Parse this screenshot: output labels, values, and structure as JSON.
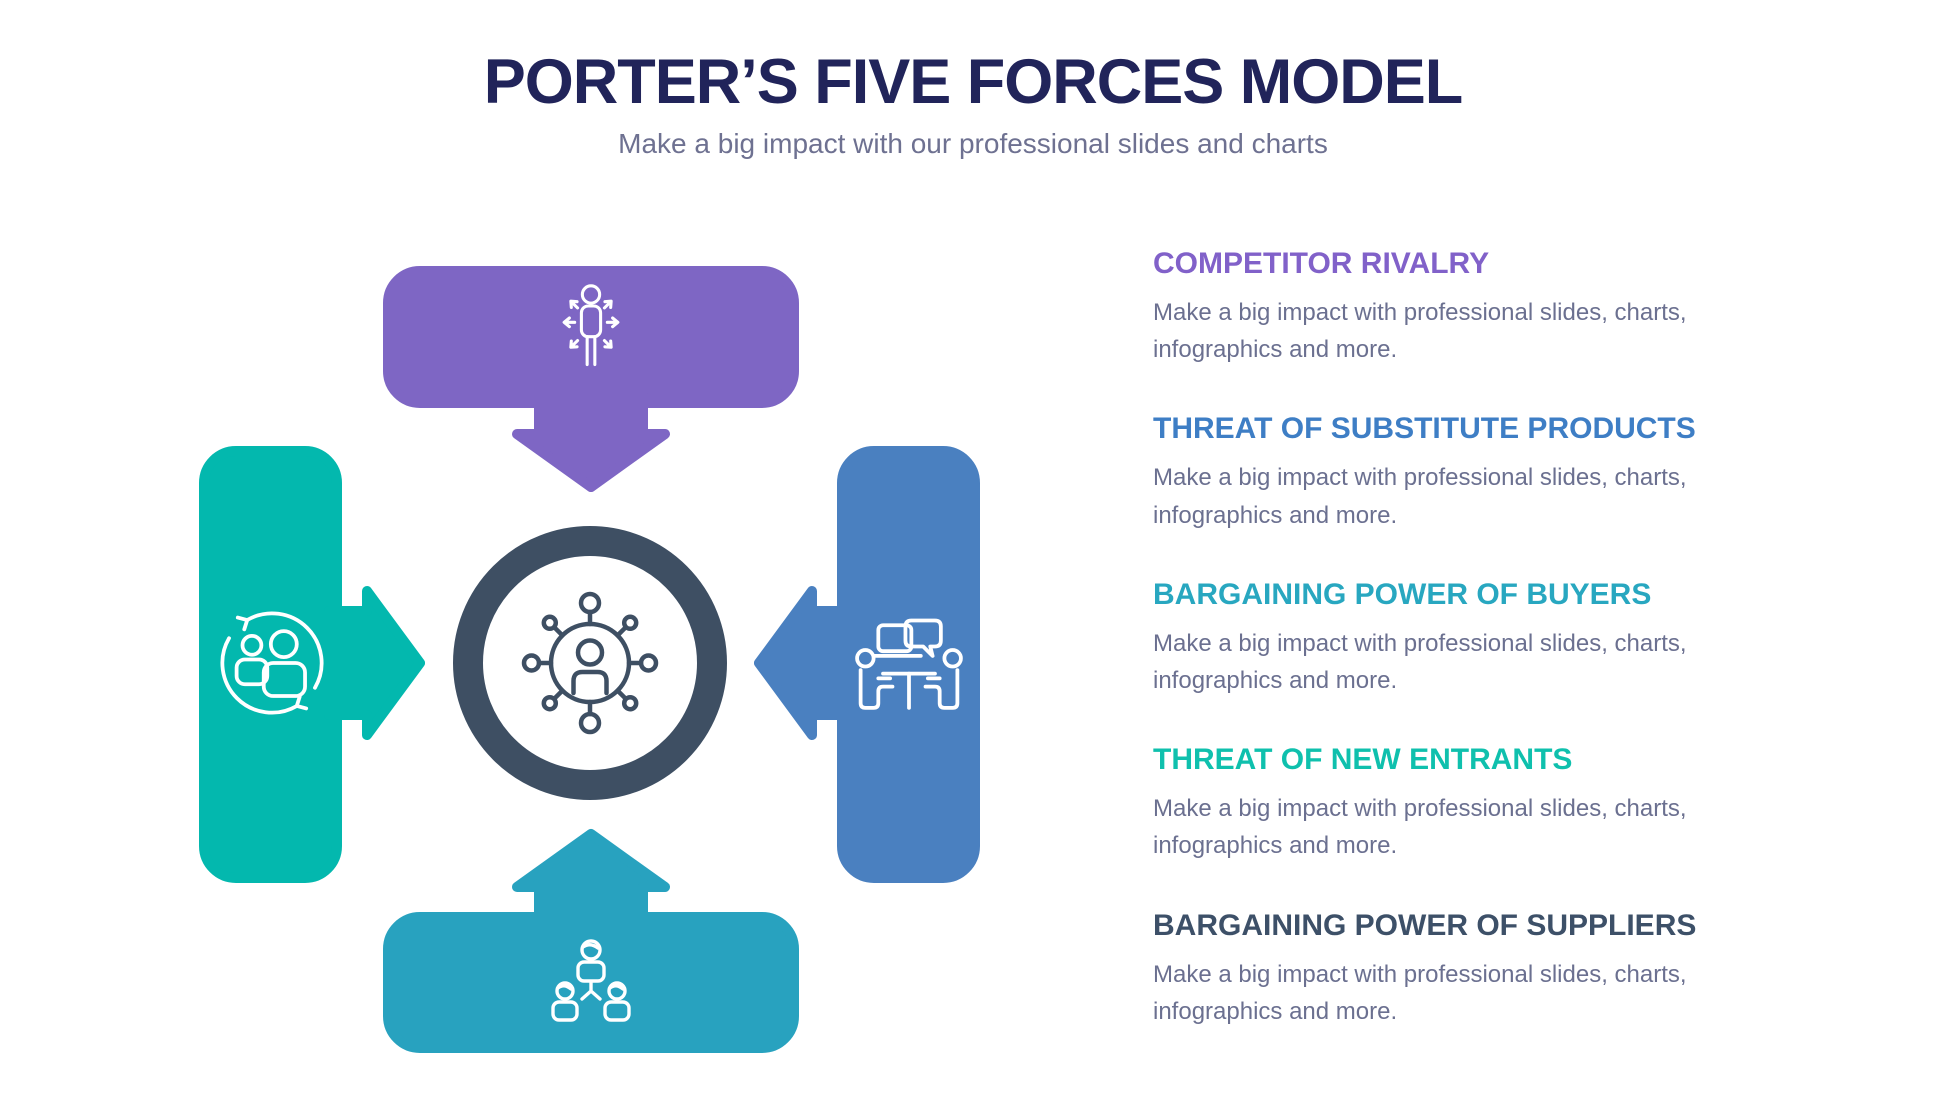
{
  "header": {
    "title": "PORTER’S FIVE FORCES MODEL",
    "subtitle": "Make a big impact with our professional slides and charts"
  },
  "forces": [
    {
      "label": "COMPETITOR RIVALRY",
      "description": "Make a big impact with professional slides, charts, infographics and more.",
      "color": "#8161c9"
    },
    {
      "label": "THREAT OF SUBSTITUTE PRODUCTS",
      "description": "Make a big impact with professional slides, charts, infographics and more.",
      "color": "#3e7ec5"
    },
    {
      "label": "BARGAINING POWER OF BUYERS",
      "description": "Make a big impact with professional slides, charts, infographics and more.",
      "color": "#28a7c0"
    },
    {
      "label": "THREAT OF NEW ENTRANTS",
      "description": "Make a big impact with professional slides, charts, infographics and more.",
      "color": "#0fc0ad"
    },
    {
      "label": "BARGAINING POWER OF SUPPLIERS",
      "description": "Make a big impact with professional slides, charts, infographics and more.",
      "color": "#3d5068"
    }
  ],
  "diagram": {
    "top_box_color": "#7e66c4",
    "left_box_color": "#03b8ae",
    "right_box_color": "#4a80c0",
    "bottom_box_color": "#28a2bf",
    "center_ring_color": "#3e4f63",
    "icons": {
      "top": "person-radiating-icon",
      "left": "people-sync-icon",
      "right": "meeting-table-icon",
      "bottom": "team-hierarchy-icon",
      "center": "person-network-icon"
    }
  }
}
